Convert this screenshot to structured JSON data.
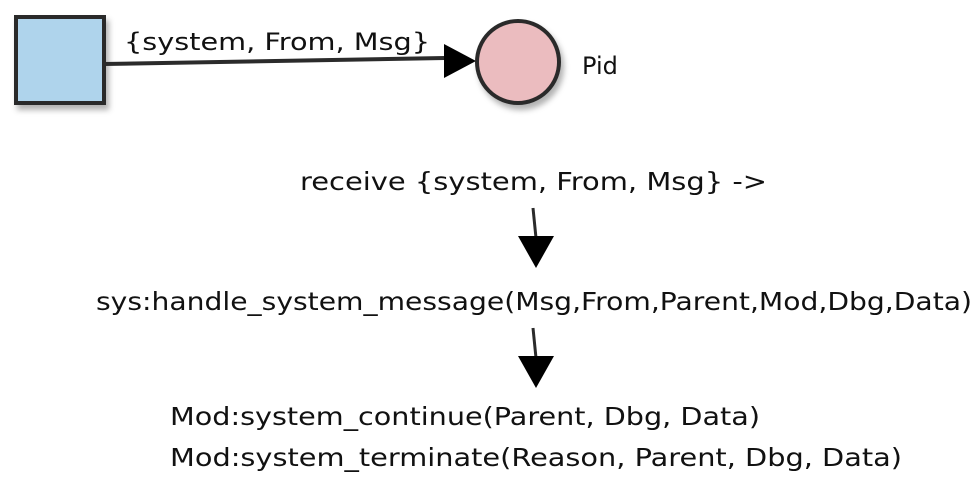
{
  "edge_label": "{system, From, Msg}",
  "pid_label": "Pid",
  "step1": "receive {system, From, Msg} ->",
  "step2": "sys:handle_system_message(Msg,From,Parent,Mod,Dbg,Data)",
  "step3a": "Mod:system_continue(Parent, Dbg, Data)",
  "step3b": "Mod:system_terminate(Reason, Parent, Dbg, Data)",
  "colors": {
    "sender": "#afd4ec",
    "receiver": "#ebbcbf",
    "stroke": "#2b2b2b"
  }
}
